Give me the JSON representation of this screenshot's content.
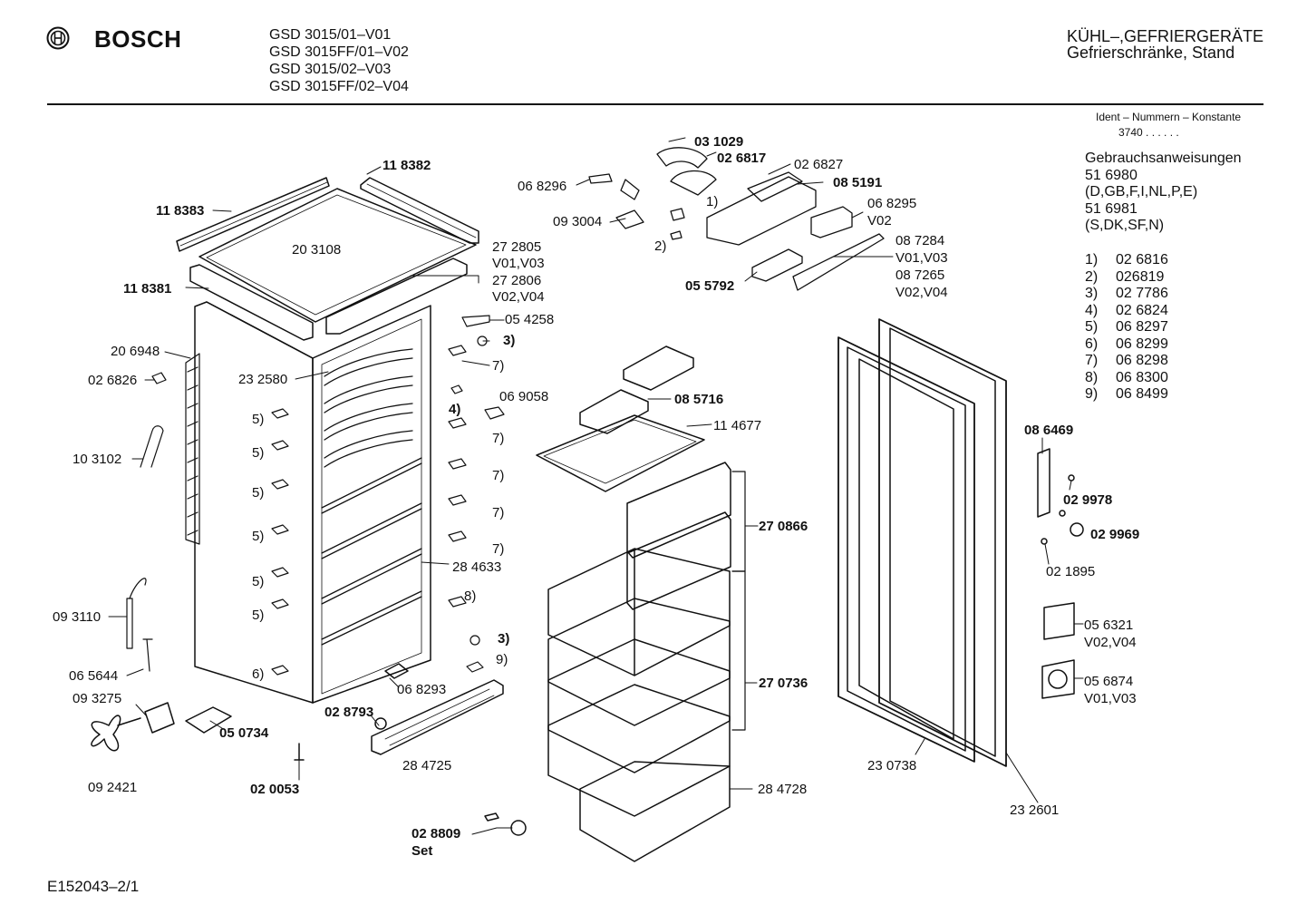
{
  "brand": "BOSCH",
  "header_models": [
    "GSD 3015/01–V01",
    "GSD 3015FF/01–V02",
    "GSD 3015/02–V03",
    "GSD 3015FF/02–V04"
  ],
  "category": [
    "KÜHL–,GEFRIERGERÄTE",
    "Gefrierschränke, Stand"
  ],
  "ident_title": "Ident – Nummern – Konstante",
  "ident_value": "3740 . . . . . .",
  "manuals": [
    "Gebrauchsanweisungen",
    "51 6980",
    "(D,GB,F,I,NL,P,E)",
    "51 6981",
    "(S,DK,SF,N)"
  ],
  "footnotes": {
    "nums": [
      "1)",
      "2)",
      "3)",
      "4)",
      "5)",
      "6)",
      "7)",
      "8)",
      "9)"
    ],
    "parts": [
      "02 6816",
      "026819",
      "02 7786",
      "02 6824",
      "06 8297",
      "06 8299",
      "06 8298",
      "06 8300",
      "06 8499"
    ]
  },
  "labels": {
    "p031029": "03 1029",
    "p026817": "02 6817",
    "p026827": "02 6827",
    "p068296": "06 8296",
    "p085191": "08 5191",
    "p068295": "06 8295",
    "v02a": "V02",
    "fn1a": "1)",
    "p093004": "09 3004",
    "fn2a": "2)",
    "p087284": "08 7284",
    "v0103a": "V01,V03",
    "p087265": "08 7265",
    "v0204a": "V02,V04",
    "p055792": "05 5792",
    "p118382": "11 8382",
    "p118383": "11 8383",
    "p203108": "20 3108",
    "p272805": "27 2805",
    "v0103b": "V01,V03",
    "p272806": "27 2806",
    "v0204b": "V02,V04",
    "p118381": "11 8381",
    "p054258": "05 4258",
    "fn3a": "3)",
    "p206948": "20 6948",
    "fn7a": "7)",
    "p232580": "23 2580",
    "p026826": "02 6826",
    "p069058": "06 9058",
    "fn4a": "4)",
    "p085716": "08 5716",
    "p114677": "11 4677",
    "fn7b": "7)",
    "fn5a": "5)",
    "fn5b": "5)",
    "p103102": "10 3102",
    "fn7c": "7)",
    "fn5c": "5)",
    "fn7d": "7)",
    "fn5d": "5)",
    "fn7e": "7)",
    "p284633": "28 4633",
    "p270866": "27 0866",
    "fn5e": "5)",
    "fn8a": "8)",
    "p093110": "09 3110",
    "fn5f": "5)",
    "fn3b": "3)",
    "fn9a": "9)",
    "p065644": "06 5644",
    "fn6a": "6)",
    "p093275": "09 3275",
    "p068293": "06 8293",
    "p270736": "27 0736",
    "p028793": "02 8793",
    "p050734": "05 0734",
    "p284725": "28 4725",
    "p092421": "09 2421",
    "p020053": "02 0053",
    "p284728": "28 4728",
    "p028809": "02 8809",
    "set": "Set",
    "p230738": "23 0738",
    "p232601": "23 2601",
    "p086469": "08 6469",
    "p029978": "02 9978",
    "p029969": "02 9969",
    "p021895": "02 1895",
    "p056321": "05 6321",
    "v0204c": "V02,V04",
    "p056874": "05 6874",
    "v0103c": "V01,V03"
  },
  "footer_code": "E152043–2/1"
}
